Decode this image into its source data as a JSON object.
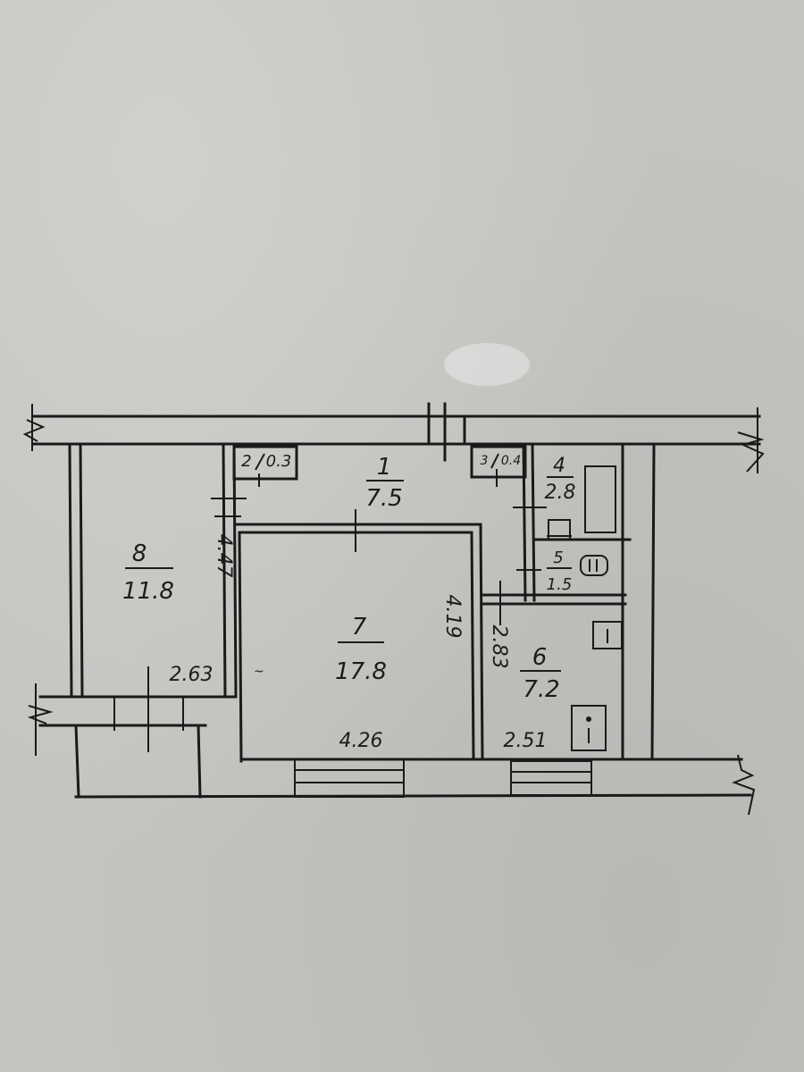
{
  "rooms": [
    {
      "id": "1",
      "number": "1",
      "area": "7.5"
    },
    {
      "id": "2",
      "number": "2",
      "area": "0.3"
    },
    {
      "id": "3",
      "number": "3",
      "area": "0.4"
    },
    {
      "id": "4",
      "number": "4",
      "area": "2.8"
    },
    {
      "id": "5",
      "number": "5",
      "area": "1.5"
    },
    {
      "id": "6",
      "number": "6",
      "area": "7.2"
    },
    {
      "id": "7",
      "number": "7",
      "area": "17.8"
    },
    {
      "id": "8",
      "number": "8",
      "area": "11.8"
    }
  ],
  "dimensions": {
    "room8_height": "4.47",
    "room8_width": "2.63",
    "room7_height": "4.19",
    "room7_width": "4.26",
    "room6_height": "2.83",
    "room6_width": "2.51"
  },
  "colors": {
    "paper": "#c3c3c0",
    "ink": "#1a1a1a"
  }
}
